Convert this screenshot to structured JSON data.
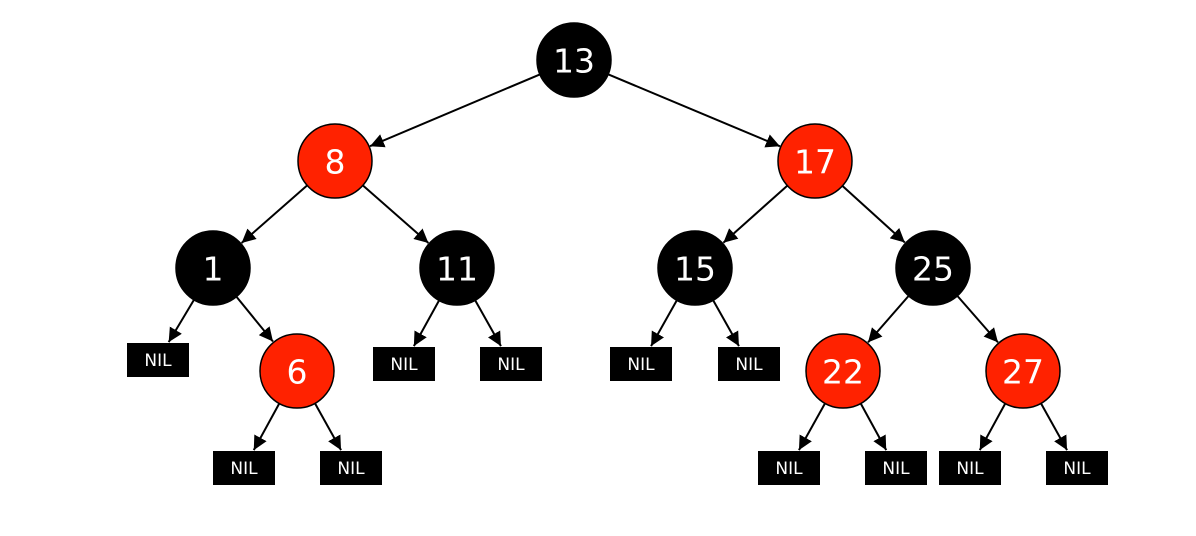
{
  "colors": {
    "red": "#ff2200",
    "black": "#000000",
    "text": "#ffffff",
    "edge": "#000000",
    "background": "#ffffff"
  },
  "nil_label": "NIL",
  "nodes": [
    {
      "id": "n13",
      "label": "13",
      "color": "black"
    },
    {
      "id": "n8",
      "label": "8",
      "color": "red"
    },
    {
      "id": "n17",
      "label": "17",
      "color": "red"
    },
    {
      "id": "n1",
      "label": "1",
      "color": "black"
    },
    {
      "id": "n11",
      "label": "11",
      "color": "black"
    },
    {
      "id": "n15",
      "label": "15",
      "color": "black"
    },
    {
      "id": "n25",
      "label": "25",
      "color": "black"
    },
    {
      "id": "n6",
      "label": "6",
      "color": "red"
    },
    {
      "id": "n22",
      "label": "22",
      "color": "red"
    },
    {
      "id": "n27",
      "label": "27",
      "color": "red"
    }
  ],
  "nil_nodes": [
    {
      "id": "nil1"
    },
    {
      "id": "nil2"
    },
    {
      "id": "nil3"
    },
    {
      "id": "nil4"
    },
    {
      "id": "nil5"
    },
    {
      "id": "nil6"
    },
    {
      "id": "nil7"
    },
    {
      "id": "nil8"
    },
    {
      "id": "nil9"
    },
    {
      "id": "nil10"
    },
    {
      "id": "nil11"
    }
  ],
  "edges": [
    {
      "from": "n13",
      "to": "n8"
    },
    {
      "from": "n13",
      "to": "n17"
    },
    {
      "from": "n8",
      "to": "n1"
    },
    {
      "from": "n8",
      "to": "n11"
    },
    {
      "from": "n17",
      "to": "n15"
    },
    {
      "from": "n17",
      "to": "n25"
    },
    {
      "from": "n1",
      "to": "nil1"
    },
    {
      "from": "n1",
      "to": "n6"
    },
    {
      "from": "n6",
      "to": "nil2"
    },
    {
      "from": "n6",
      "to": "nil3"
    },
    {
      "from": "n11",
      "to": "nil4"
    },
    {
      "from": "n11",
      "to": "nil5"
    },
    {
      "from": "n15",
      "to": "nil6"
    },
    {
      "from": "n15",
      "to": "nil7"
    },
    {
      "from": "n25",
      "to": "n22"
    },
    {
      "from": "n25",
      "to": "n27"
    },
    {
      "from": "n22",
      "to": "nil8"
    },
    {
      "from": "n22",
      "to": "nil9"
    },
    {
      "from": "n27",
      "to": "nil10"
    },
    {
      "from": "n27",
      "to": "nil11"
    }
  ]
}
